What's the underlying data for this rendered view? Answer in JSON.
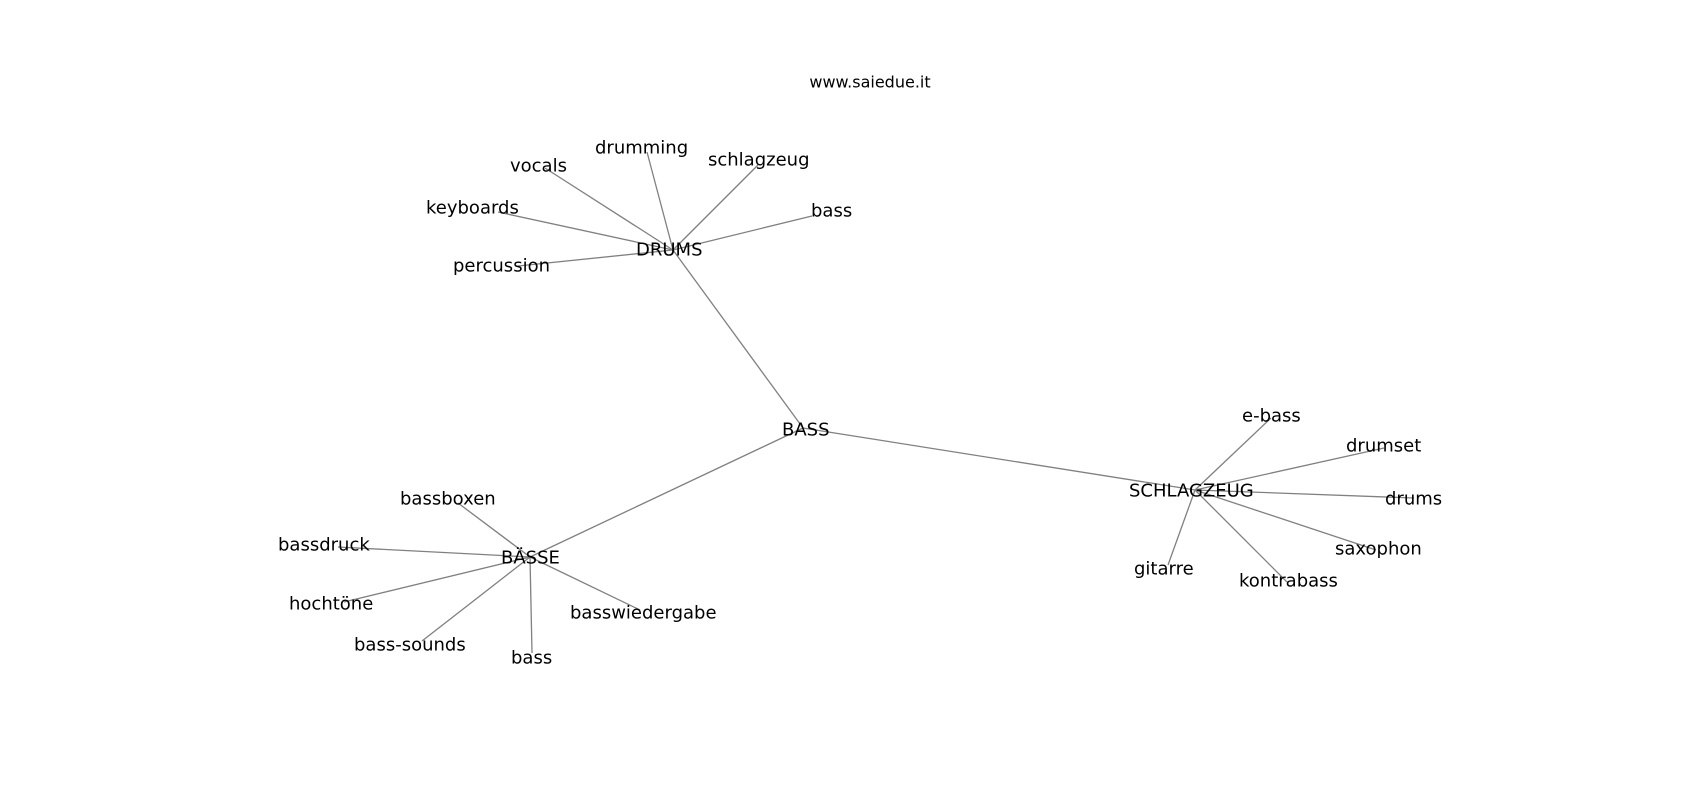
{
  "watermark": "www.saiedue.it",
  "center": "BASS",
  "clusters": [
    {
      "hub": "DRUMS",
      "leaves": [
        "vocals",
        "drumming",
        "schlagzeug",
        "keyboards",
        "bass",
        "percussion"
      ]
    },
    {
      "hub": "BÄSSE",
      "leaves": [
        "bassboxen",
        "bassdruck",
        "hochtöne",
        "bass-sounds",
        "bass",
        "basswiedergabe"
      ]
    },
    {
      "hub": "SCHLAGZEUG",
      "leaves": [
        "e-bass",
        "drumset",
        "drums",
        "saxophon",
        "kontrabass",
        "gitarre"
      ]
    }
  ]
}
